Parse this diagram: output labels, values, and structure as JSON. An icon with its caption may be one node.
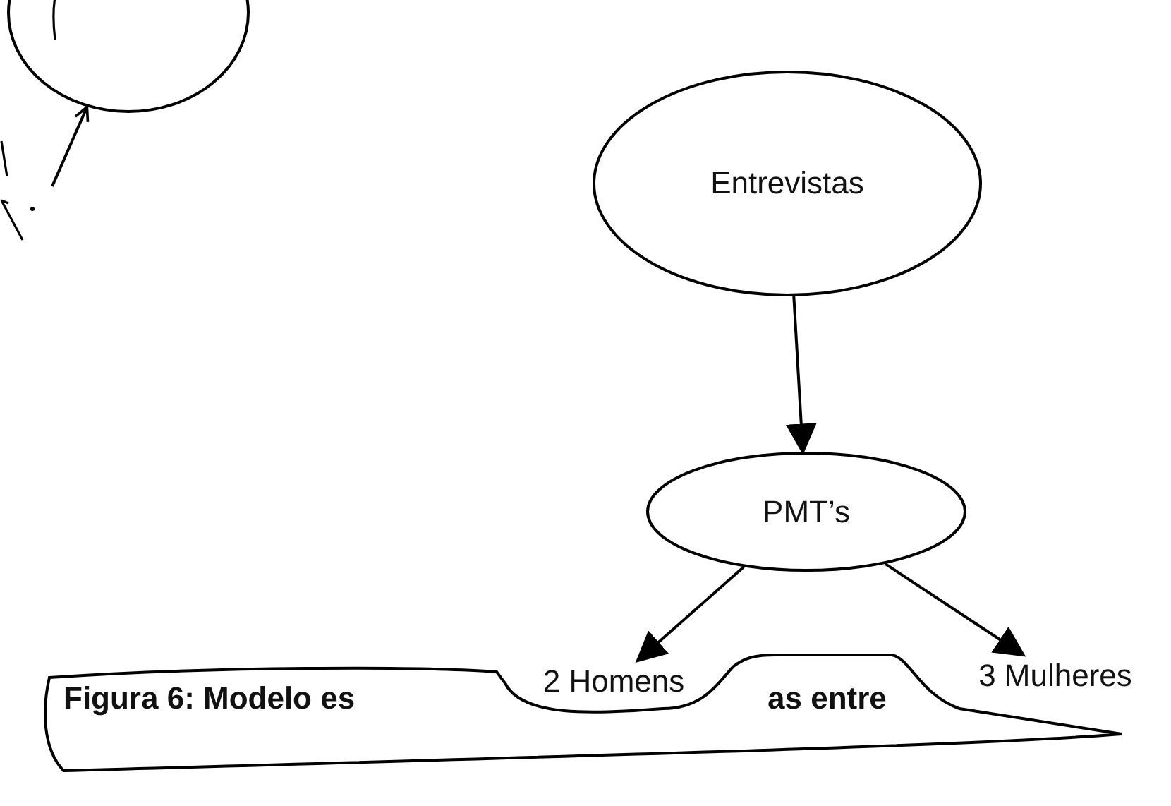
{
  "diagram": {
    "nodes": [
      {
        "text": [],
        "shape": "circle"
      },
      {
        "text": [
          "Entrevistas"
        ]
      },
      {
        "text": [
          "PMT’s"
        ]
      },
      {
        "text": [
          "Figura 6: Modelo es",
          "as entre"
        ]
      },
      {
        "text": [
          "2 Homens"
        ]
      },
      {
        "text": [
          "3 Mulheres"
        ]
      }
    ],
    "edges": [
      {
        "from": null,
        "to": 0,
        "arrow": "to"
      },
      {
        "from": 1,
        "to": 2,
        "arrow": "to"
      },
      {
        "from": 2,
        "to": 4,
        "arrow": "to"
      },
      {
        "from": 2,
        "to": 5,
        "arrow": "to"
      }
    ]
  }
}
